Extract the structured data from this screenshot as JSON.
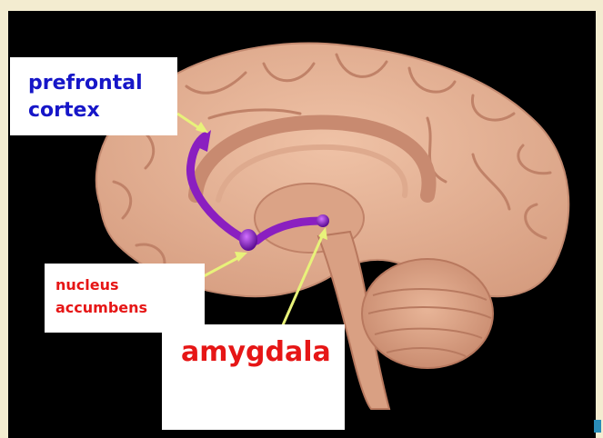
{
  "labels": {
    "prefrontal": "prefrontal cortex",
    "nucleus": "nucleus accumbens",
    "amygdala": "amygdala"
  },
  "colors": {
    "border": "#f3ecd0",
    "background": "#000000",
    "brain": "#e6b497",
    "pathway": "#8a1fc0",
    "pointer": "#e8f27a",
    "blue_label": "#1616c8",
    "red_label": "#e61616"
  }
}
